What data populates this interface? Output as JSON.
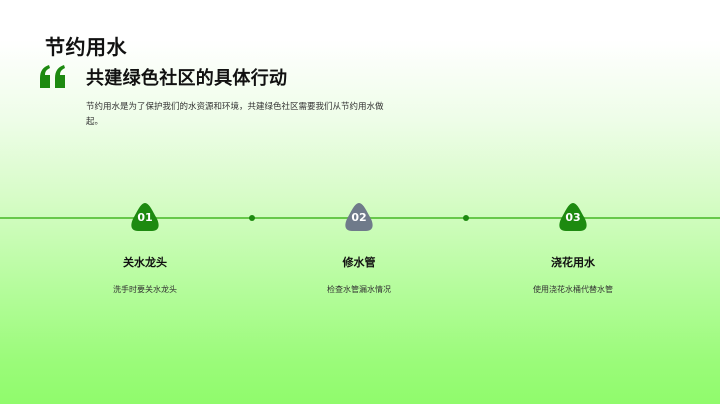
{
  "header": {
    "title": "节约用水",
    "subtitle": "共建绿色社区的具体行动",
    "quote_icon": "quote-open-icon",
    "intro": "节约用水是为了保护我们的水资源和环境，共建绿色社区需要我们从节约用水做起。"
  },
  "colors": {
    "accent": "#1d8a10",
    "inactive": "#6f7a8a",
    "line": "#67c84a",
    "bg_top": "#ffffff",
    "bg_bottom": "#90fb6c"
  },
  "timeline": {
    "steps": [
      {
        "number": "01",
        "title": "关水龙头",
        "description": "洗手时要关水龙头",
        "state": "active"
      },
      {
        "number": "02",
        "title": "修水管",
        "description": "检查水管漏水情况",
        "state": "inactive"
      },
      {
        "number": "03",
        "title": "浇花用水",
        "description": "使用浇花水桶代替水管",
        "state": "active"
      }
    ]
  }
}
